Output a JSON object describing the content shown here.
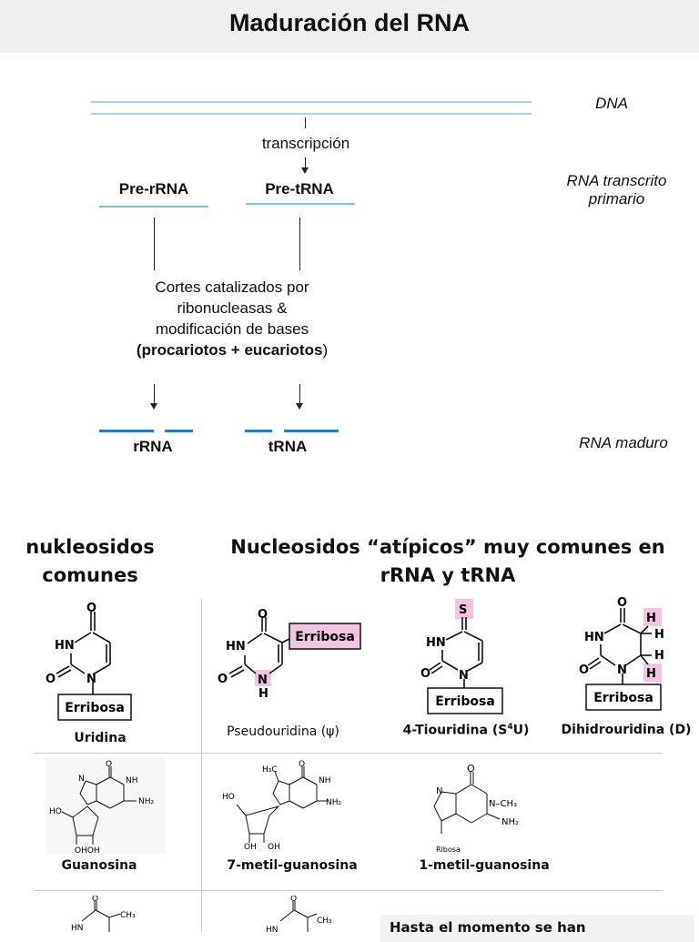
{
  "title": "Maduración del RNA",
  "flow": {
    "dna_label": "DNA",
    "transcription_label": "transcripción",
    "pre_rrna": "Pre-rRNA",
    "pre_trna": "Pre-tRNA",
    "primary_transcript_label": "RNA transcrito primario",
    "processing_line1": "Cortes catalizados por",
    "processing_line2": "ribonucleasas &",
    "processing_line3": "modificación de bases",
    "processing_line4_open": "(",
    "processing_line4_bold": "procariotos + eucariotos",
    "processing_line4_close": ")",
    "rrna": "rRNA",
    "trna": "tRNA",
    "mature_label": "RNA maduro"
  },
  "headings": {
    "common": "nukleosidos comunes",
    "atypical": "Nucleosidos “atípicos” muy comunes en rRNA y tRNA"
  },
  "structures": {
    "sugar": "Erribosa",
    "uridina": "Uridina",
    "pseudouridina": "Pseudouridina (ψ)",
    "tiouridina_prefix": "4-Tiouridina (S",
    "tiouridina_sup": "4",
    "tiouridina_suffix": "U)",
    "dihidrouridina": "Dihidrouridina (D)",
    "guanosina": "Guanosina",
    "metil7": "7-metil-guanosina",
    "metil1": "1-metil-guanosina",
    "ribosa_small": "Ribosa",
    "atoms": {
      "O": "O",
      "N": "N",
      "HN": "HN",
      "H": "H",
      "S": "S",
      "NH": "NH",
      "NH2": "NH₂",
      "CH3": "CH₃",
      "H3C": "H₃C",
      "HO": "HO",
      "OH": "OH",
      "OHOH": "OHOH",
      "N_CH3": "N–CH₃"
    }
  },
  "note": "Hasta el momento se han",
  "colors": {
    "title_bar": "#efefef",
    "dna_line": "#a9d4dc",
    "pre_rna_line": "#7cc6cf",
    "mature_rna_line": "#2a7bc0",
    "highlight_pink": "#f2c4e2"
  }
}
